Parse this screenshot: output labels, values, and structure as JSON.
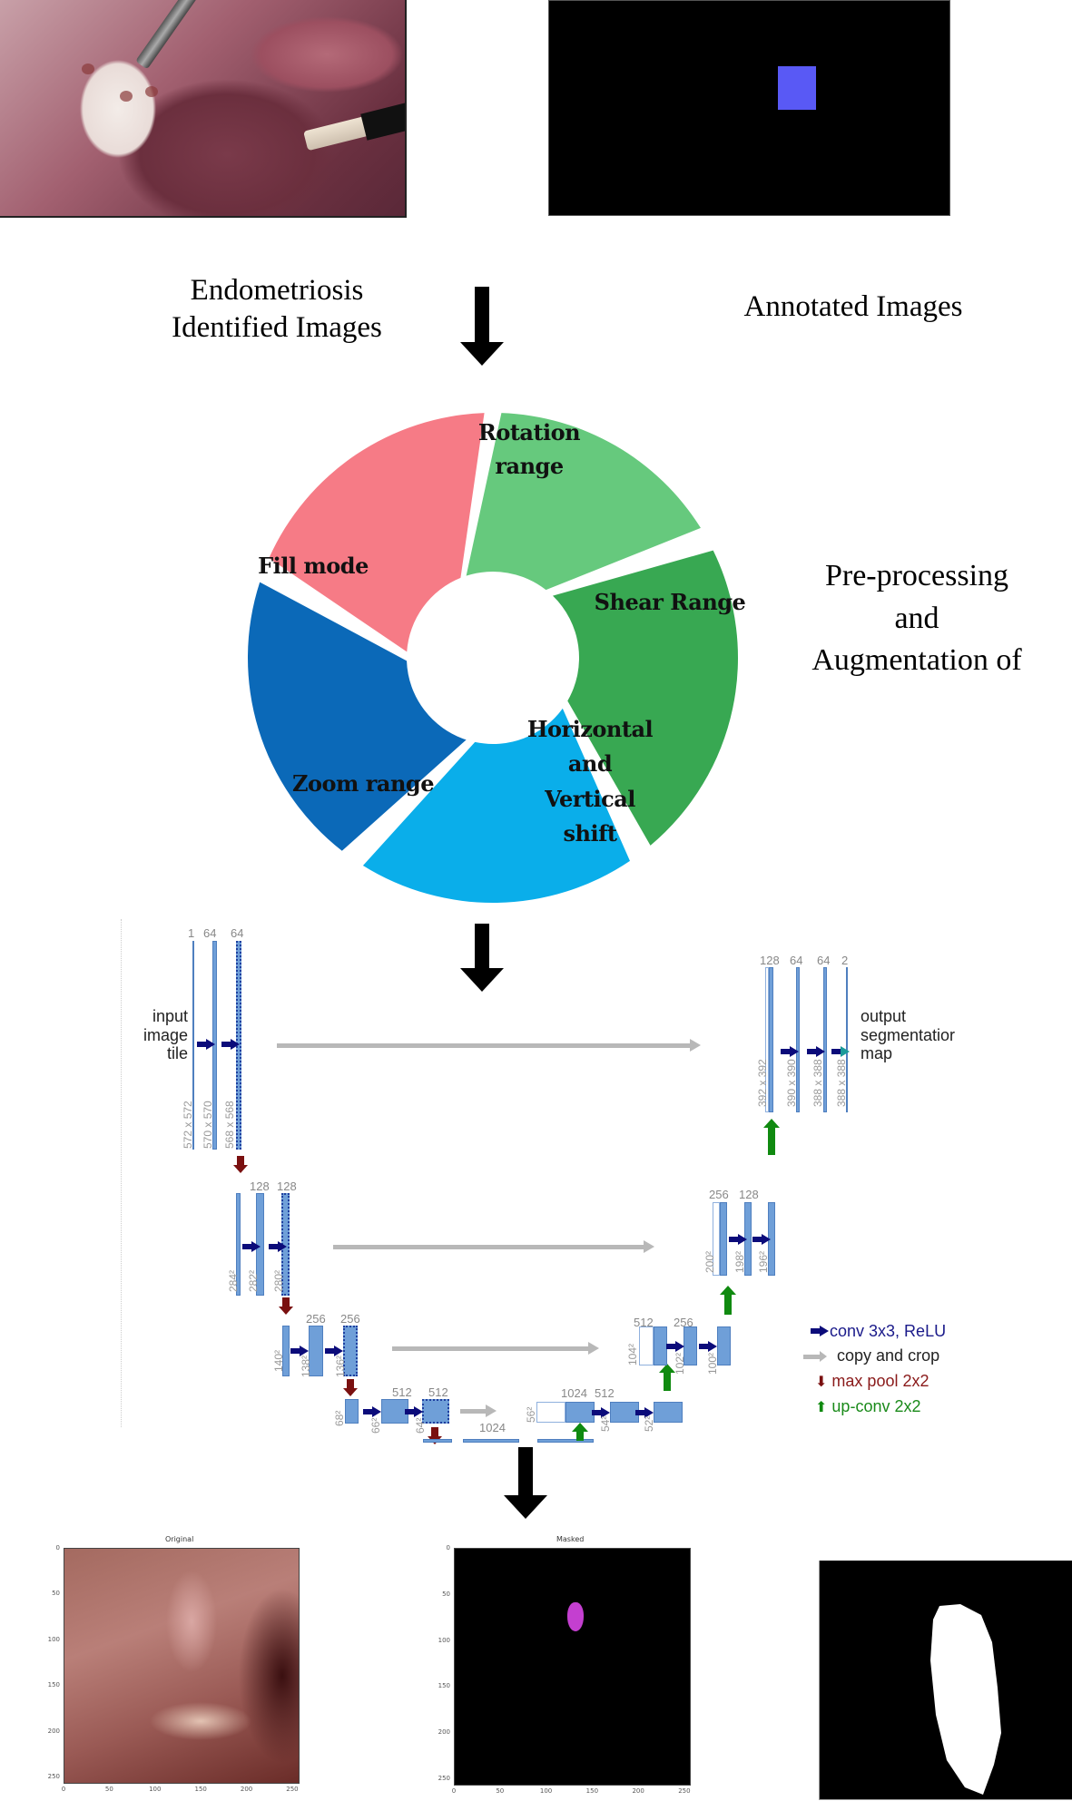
{
  "stage1": {
    "left_caption": [
      "Endometriosis",
      "Identified Images"
    ],
    "right_caption": "Annotated Images",
    "annotation_box_color": "#5959f5"
  },
  "stage2": {
    "caption": [
      "Pre-processing",
      "and",
      "Augmentation of"
    ],
    "segments": [
      {
        "label": [
          "Rotation",
          "range"
        ],
        "color": "#66c97d"
      },
      {
        "label": [
          "Shear Range"
        ],
        "color": "#38a852"
      },
      {
        "label": [
          "Horizontal",
          "and",
          "Vertical",
          "shift"
        ],
        "color": "#0aaeea"
      },
      {
        "label": [
          "Zoom range"
        ],
        "color": "#0b69b8"
      },
      {
        "label": [
          "Fill mode"
        ],
        "color": "#f67b86"
      }
    ]
  },
  "unet": {
    "input_label": [
      "input",
      "image",
      "tile"
    ],
    "output_label": [
      "output",
      "segmentatior",
      "map"
    ],
    "channels": {
      "l1": [
        "1",
        "64",
        "64"
      ],
      "l2": [
        "128",
        "128"
      ],
      "l3": [
        "256",
        "256"
      ],
      "l4": [
        "512",
        "512"
      ],
      "l5": [
        "1024"
      ],
      "r4": [
        "1024",
        "512"
      ],
      "r3": [
        "512",
        "256"
      ],
      "r2": [
        "256",
        "128"
      ],
      "r1": [
        "128",
        "64",
        "64",
        "2"
      ]
    },
    "sizes": {
      "l1": [
        "572 x 572",
        "570 x 570",
        "568 x 568"
      ],
      "l2": [
        "284²",
        "282²",
        "280²"
      ],
      "l3": [
        "140²",
        "138²",
        "136²"
      ],
      "l4": [
        "68²",
        "66²",
        "64²"
      ],
      "r4": [
        "56²",
        "54²",
        "52²"
      ],
      "r3": [
        "104²",
        "102²",
        "100²"
      ],
      "r2": [
        "200²",
        "198²",
        "196²"
      ],
      "r1": [
        "392 x 392",
        "390 x 390",
        "388 x 388",
        "388 x 388"
      ]
    },
    "legend": [
      {
        "label": "conv 3x3, ReLU",
        "color": "#1a1a8a",
        "icon": "right-arrow-icon"
      },
      {
        "label": "copy and crop",
        "color": "#222222",
        "icon": "gray-right-arrow-icon"
      },
      {
        "label": "max pool 2x2",
        "color": "#8a1a1a",
        "icon": "down-arrow-icon"
      },
      {
        "label": "up-conv 2x2",
        "color": "#1a8a1a",
        "icon": "up-arrow-icon"
      }
    ]
  },
  "results": {
    "original": {
      "title": "Original",
      "yticks": [
        "0",
        "50",
        "100",
        "150",
        "200",
        "250"
      ],
      "xticks": [
        "0",
        "50",
        "100",
        "150",
        "200",
        "250"
      ]
    },
    "masked": {
      "title": "Masked",
      "yticks": [
        "0",
        "50",
        "100",
        "150",
        "200",
        "250"
      ],
      "xticks": [
        "0",
        "50",
        "100",
        "150",
        "200",
        "250"
      ],
      "mask_color": "#c43fd0"
    }
  }
}
